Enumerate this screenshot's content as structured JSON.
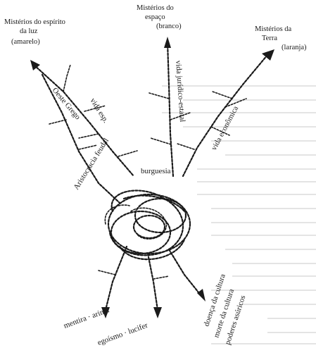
{
  "labels": {
    "mysteries_light": "Mistérios do espírito",
    "mysteries_light_2": "da luz",
    "mysteries_light_3": "(amarelo)",
    "mysteries_space": "Mistérios do",
    "mysteries_space_2": "espaço",
    "mysteries_space_3": "(branco)",
    "mysteries_earth": "Mistérios da",
    "mysteries_earth_2": "Terra",
    "mysteries_earth_3": "(laranja)",
    "oeste_grego": "Oeste Grego",
    "vida_esp": "vida esp.",
    "vida_juridico": "vida jurídico-estatal",
    "vida_economica": "vida econômica",
    "aristocracia": "Aristocracia feudal",
    "burguesia": "burguesia",
    "mentira": "mentira · arimã",
    "egoismo": "egoísmo · lucifer",
    "doenca": "doença da cultura",
    "morte": "morte da cultura",
    "poderes": "poderes asúricos"
  }
}
